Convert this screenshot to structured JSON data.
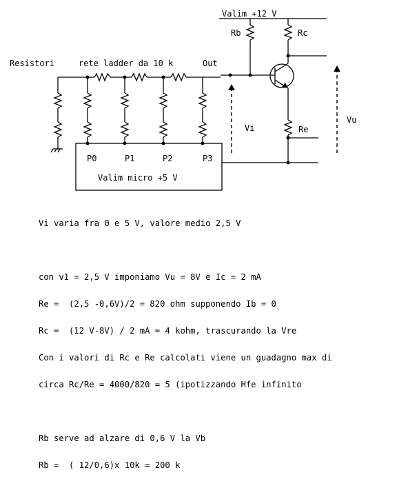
{
  "labels": {
    "valim_top": "Valim +12 V",
    "rb": "Rb",
    "rc": "Rc",
    "re": "Re",
    "resistori": "Resistori",
    "rete_ladder": "rete ladder da 10 k",
    "out": "Out",
    "vi": "Vi",
    "vu": "Vu",
    "p0": "P0",
    "p1": "P1",
    "p2": "P2",
    "p3": "P3",
    "valim_micro": "Valim micro +5 V"
  },
  "notes": {
    "line1": "Vi varia fra 0 e 5 V, valore medio 2,5 V",
    "line2": "con v1 = 2,5 V imponiamo Vu = 8V e Ic = 2 mA",
    "line3": "Re =  (2,5 -0,6V)/2 = 820 ohm supponendo Ib = 0",
    "line4": "Rc =  (12 V-8V) / 2 mA = 4 kohm, trascurando la Vre",
    "line5": "Con i valori di Rc e Re calcolati viene un guadagno max di",
    "line6": "circa Rc/Re = 4000/820 = 5 (ipotizzando Hfe infinito",
    "line7": "Rb serve ad alzare di 0,6 V la Vb",
    "line8": "Rb =  ( 12/0,6)x 10k = 200 k"
  }
}
